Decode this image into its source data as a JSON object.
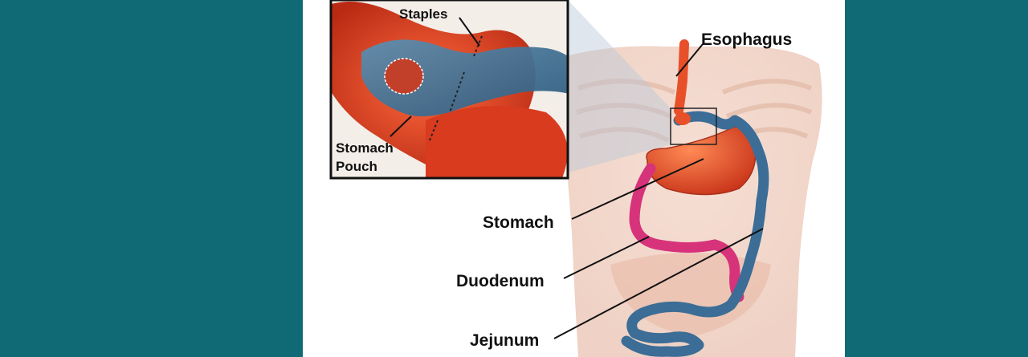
{
  "colors": {
    "background": "#106a75",
    "panel": "#ffffff",
    "stomach": "#e8502a",
    "duodenum": "#d6337a",
    "jejunum": "#3b6d96",
    "skin": "#f1d2c4"
  },
  "labels": {
    "staples": "Staples",
    "stomach_pouch_line1": "Stomach",
    "stomach_pouch_line2": "Pouch",
    "esophagus": "Esophagus",
    "stomach": "Stomach",
    "duodenum": "Duodenum",
    "jejunum": "Jejunum"
  }
}
